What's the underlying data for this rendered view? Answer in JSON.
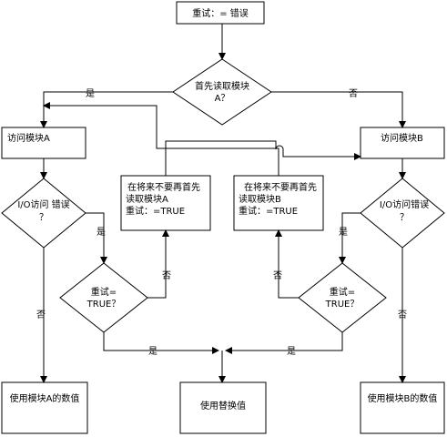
{
  "nodes": {
    "retry_init": "重试：= 错误",
    "first_read_q": [
      "首先读取模块",
      "A？"
    ],
    "access_a": "访问模块A",
    "access_b": "访问模块B",
    "io_err_a": [
      "I/O访问 错误",
      "？"
    ],
    "io_err_b": [
      "I/O访问错误",
      "？"
    ],
    "set_a": [
      "在将来不要再首先",
      "读取模块A",
      "重试：=TRUE"
    ],
    "set_b": [
      "在将来不要再首先",
      "读取模块B",
      "重试：=TRUE"
    ],
    "retry_q_left": [
      "重试=",
      "TRUE？"
    ],
    "retry_q_right": [
      "重试=",
      "TRUE？"
    ],
    "use_a": "使用模块A的数值",
    "use_sub": "使用替换值",
    "use_b": "使用模块B的数值"
  },
  "labels": {
    "yes": "是",
    "no": "否"
  }
}
